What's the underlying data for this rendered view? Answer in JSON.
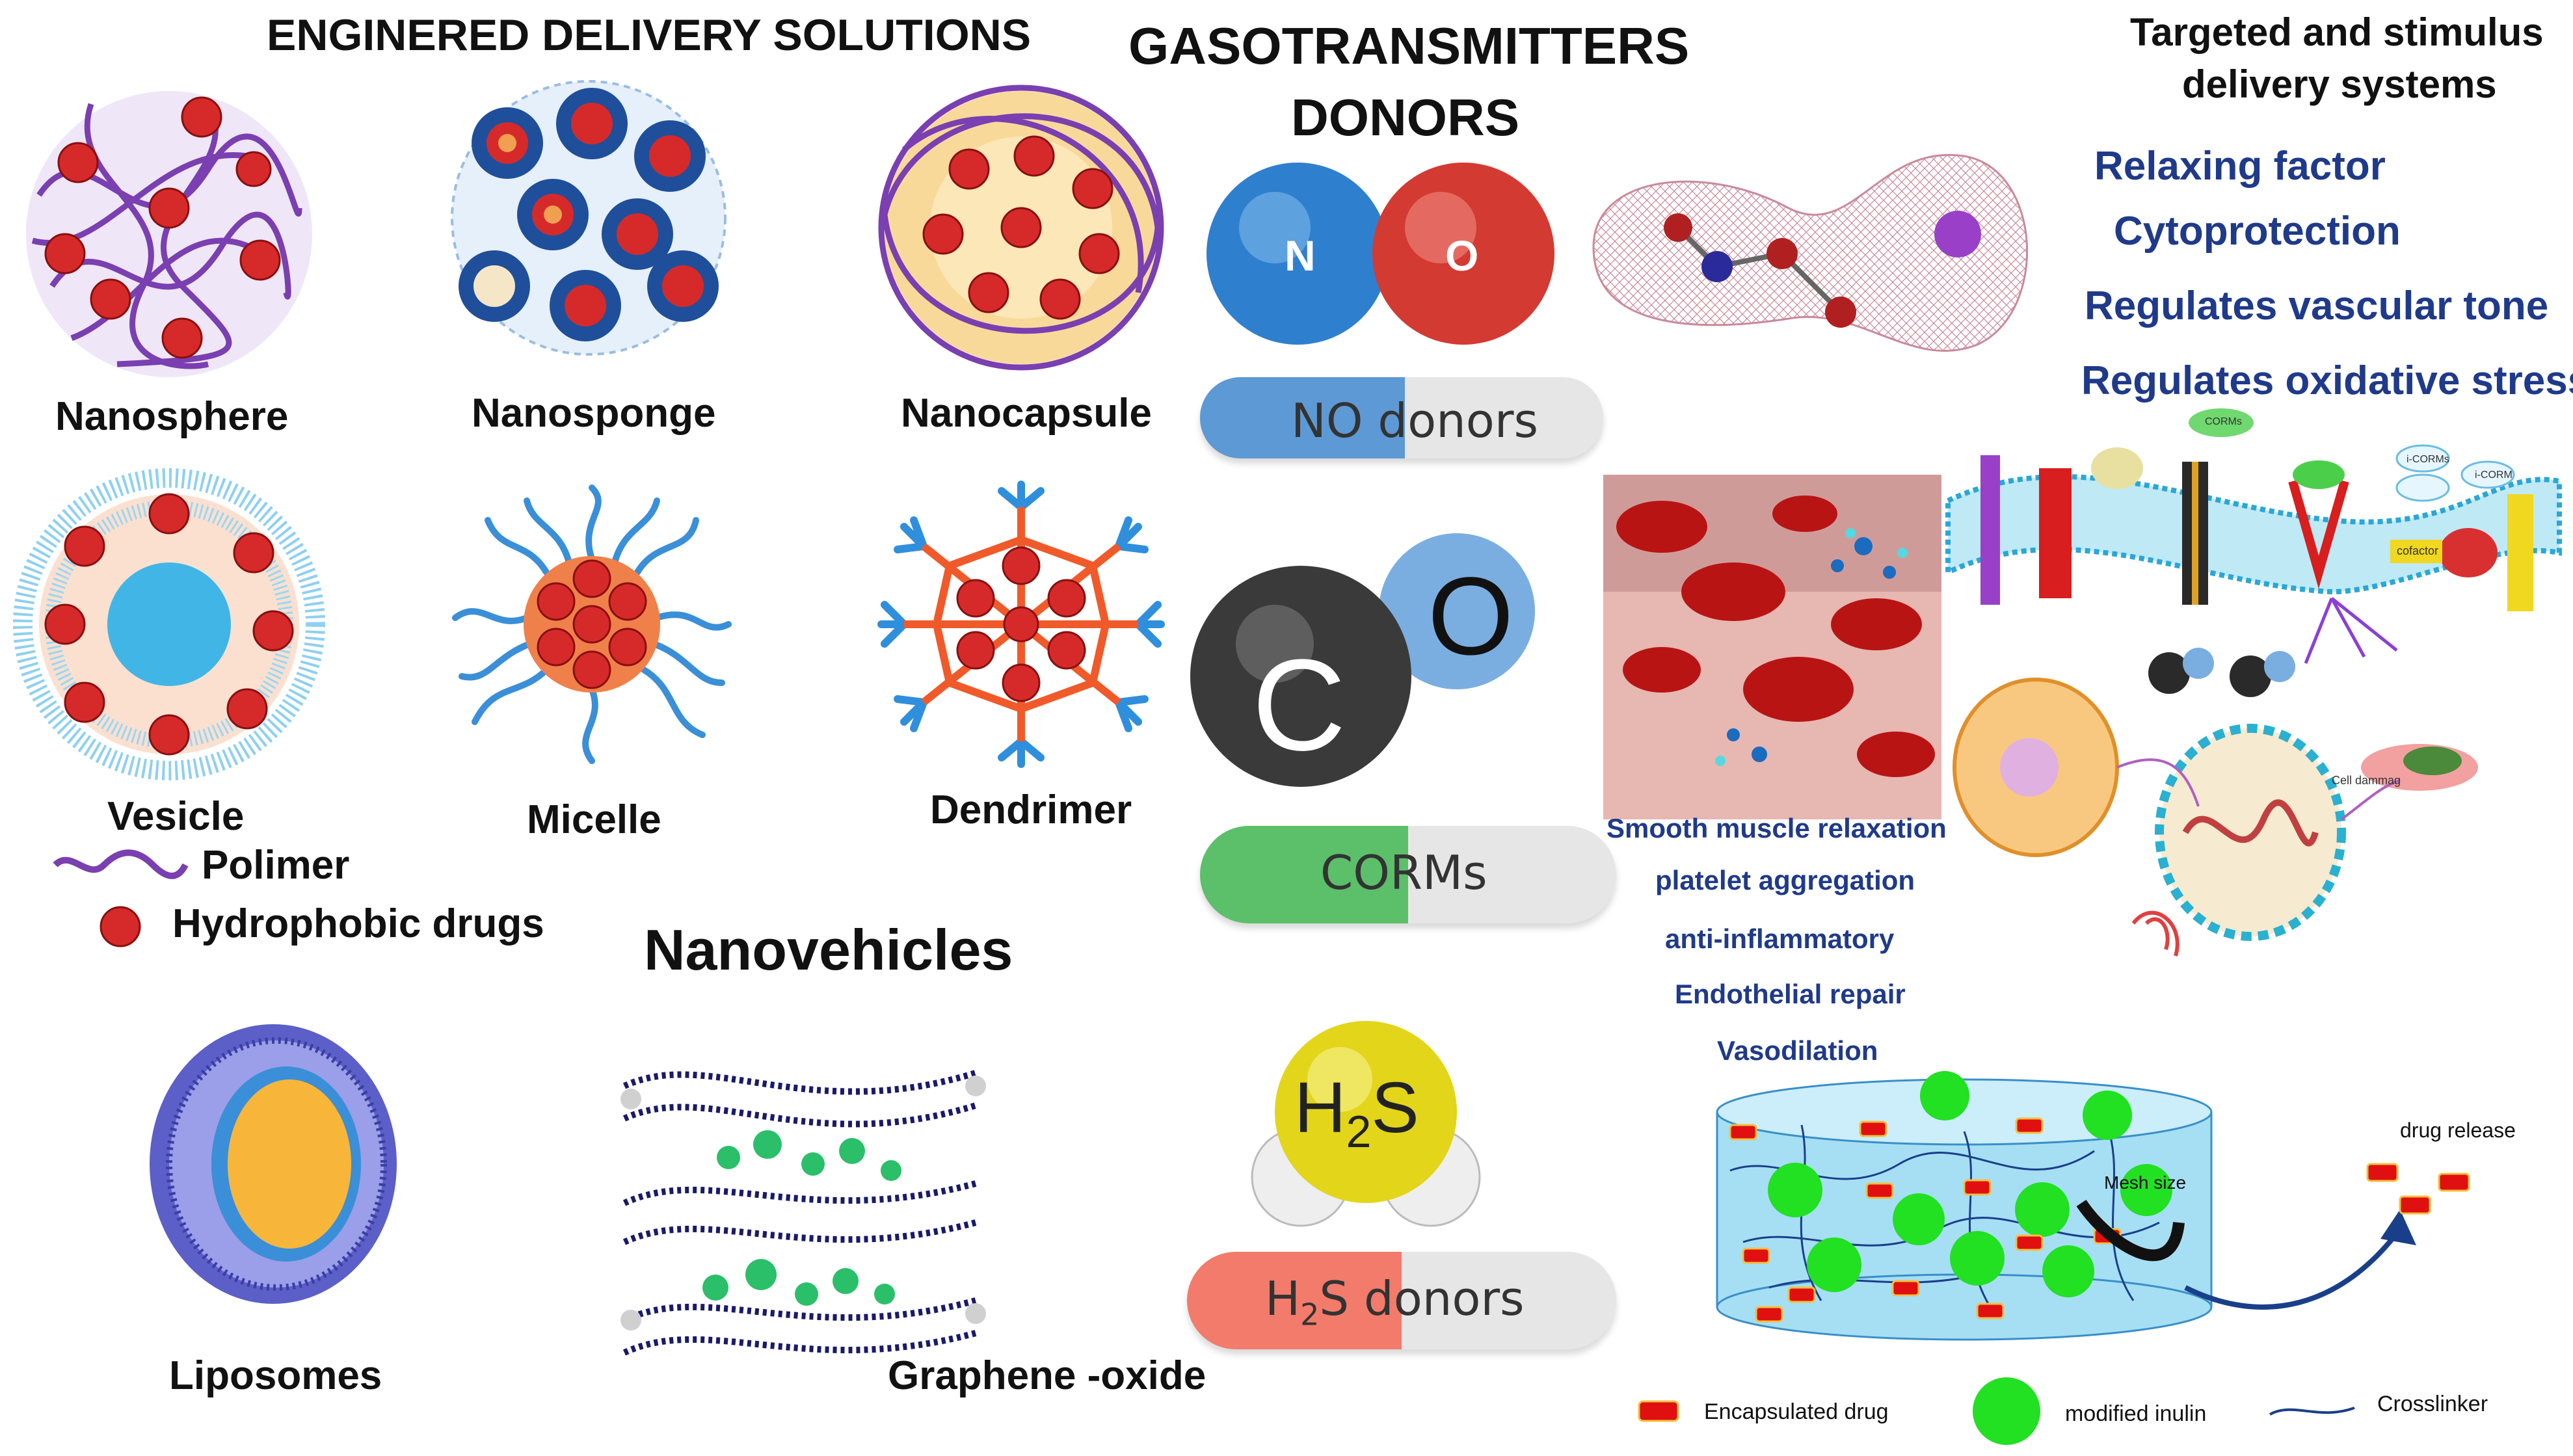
{
  "headers": {
    "engineered": "ENGINERED DELIVERY SOLUTIONS",
    "gaso_line1": "GASOTRANSMITTERS",
    "gaso_line2": "DONORS",
    "targeted_line1": "Targeted and stimulus",
    "targeted_line2": "delivery systems",
    "nanovehicles": "Nanovehicles"
  },
  "nanocarriers": {
    "nanosphere": "Nanosphere",
    "nanosponge": "Nanosponge",
    "nanocapsule": "Nanocapsule",
    "vesicle": "Vesicle",
    "micelle": "Micelle",
    "dendrimer": "Dendrimer",
    "liposomes": "Liposomes",
    "graphene": "Graphene -oxide"
  },
  "legend": {
    "polymer": "Polimer",
    "drugs": "Hydrophobic drugs"
  },
  "molecules": {
    "no_n": "N",
    "no_o": "O",
    "co_c": "C",
    "co_o": "O",
    "h2s": "H",
    "h2s_sub": "2",
    "h2s_s": "S"
  },
  "donors": {
    "no": "NO donors",
    "corms": "CORMs",
    "h2s_prefix": "H",
    "h2s_sub": "2",
    "h2s_suffix": "S donors"
  },
  "functions": [
    "Relaxing factor",
    "Cytoprotection",
    "Regulates vascular tone",
    "Regulates oxidative stress"
  ],
  "effects": [
    "Smooth muscle relaxation",
    "platelet aggregation",
    "anti-inflammatory",
    "Endothelial repair",
    "Vasodilation"
  ],
  "membrane": {
    "corm1": "CORMs",
    "corm2": "i-CORMs",
    "corm3": "i-CORM",
    "cofactor": "cofactor",
    "cell_damage": "Cell dammag"
  },
  "hydrogel": {
    "mesh": "Mesh size",
    "release": "drug release",
    "leg_drug": "Encapsulated drug",
    "leg_inulin": "modified inulin",
    "leg_cross": "Crosslinker"
  },
  "colors": {
    "drug_red": "#d62a2a",
    "polymer_purple": "#7a3fb0",
    "title_blue": "#1f3a8a",
    "inulin_green": "#22e022",
    "no_blue": "#2f7fcf",
    "no_red": "#d33a32",
    "corm_green": "#5cbf6a",
    "h2s_red": "#f27b6b"
  }
}
